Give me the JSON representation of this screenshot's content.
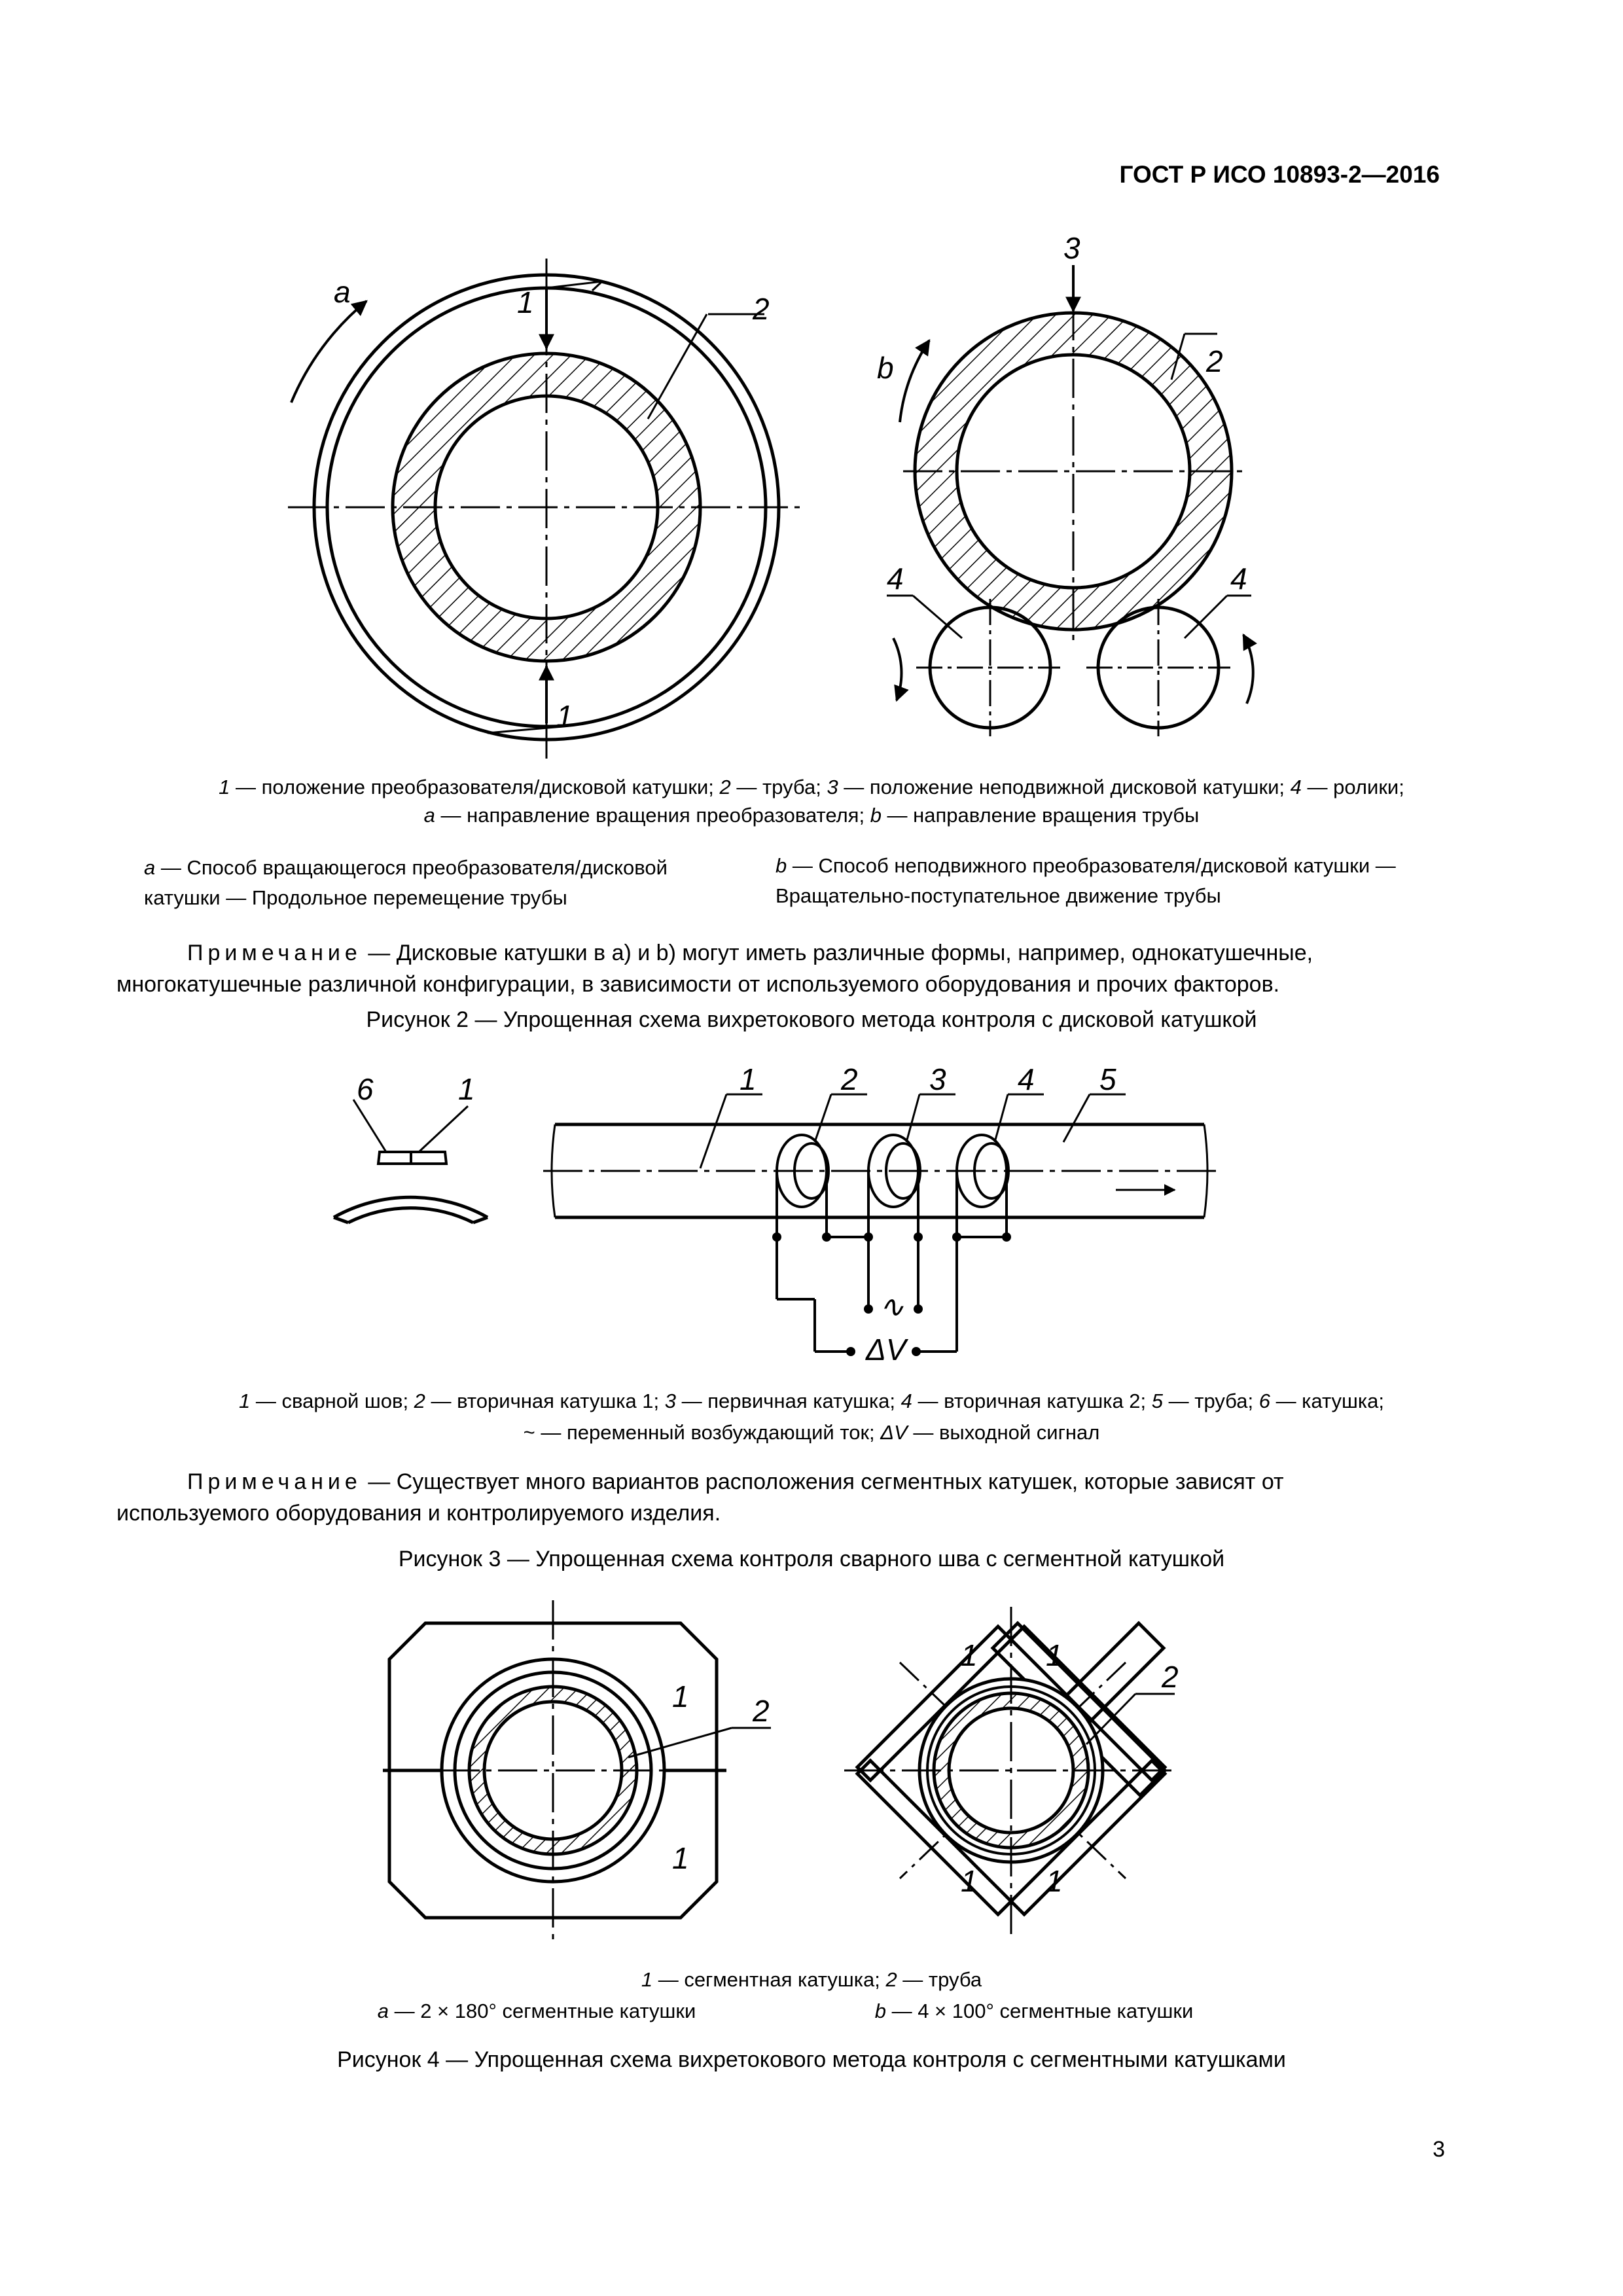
{
  "header": {
    "doc_code": "ГОСТ Р ИСО 10893-2—2016"
  },
  "page_number": "3",
  "fig2": {
    "labels": {
      "a": "a",
      "b": "b",
      "n1": "1",
      "n2": "2",
      "n3": "3",
      "n4": "4"
    },
    "legend": [
      {
        "num": "1",
        "text": " — положение преобразователя/дисковой катушки; "
      },
      {
        "num": "2",
        "text": " — труба; "
      },
      {
        "num": "3",
        "text": " — положение неподвижной дисковой катушки; "
      },
      {
        "num": "4",
        "text": " — ролики;"
      },
      {
        "num": "a",
        "text": " — направление вращения преобразователя; "
      },
      {
        "num": "b",
        "text": " — направление вращения трубы"
      }
    ],
    "sub_a": {
      "letter": "a",
      "text": " — Способ вращающегося преобразователя/дисковой катушки — Продольное перемещение трубы"
    },
    "sub_b": {
      "letter": "b",
      "text": " — Способ неподвижного преобразователя/дисковой катушки — Вращательно-поступательное движение трубы"
    },
    "note_label": "Примечание",
    "note_text": " — Дисковые катушки в a) и b) могут иметь различные формы, например, однокатушечные, многокатушечные различной конфигурации, в зависимости от используемого оборудования и прочих факторов.",
    "caption": "Рисунок 2 — Упрощенная схема вихретокового метода контроля с дисковой катушкой"
  },
  "fig3": {
    "labels": {
      "n1": "1",
      "n2": "2",
      "n3": "3",
      "n4": "4",
      "n5": "5",
      "n6": "6",
      "tilde": "∿",
      "dv": "ΔV"
    },
    "legend": [
      {
        "num": "1",
        "text": " — сварной шов; "
      },
      {
        "num": "2",
        "text": " — вторичная катушка 1; "
      },
      {
        "num": "3",
        "text": " — первичная катушка; "
      },
      {
        "num": "4",
        "text": " — вторичная катушка 2; "
      },
      {
        "num": "5",
        "text": " — труба; "
      },
      {
        "num": "6",
        "text": " — катушка;"
      }
    ],
    "legend2_tilde": "~",
    "legend2_tilde_text": " — переменный возбуждающий ток; ",
    "legend2_dv": "ΔV",
    "legend2_dv_text": " — выходной сигнал",
    "note_label": "Примечание",
    "note_text": " — Существует много вариантов расположения сегментных катушек, которые зависят от используемого оборудования и контролируемого изделия.",
    "caption": "Рисунок 3 — Упрощенная схема контроля сварного шва с сегментной катушкой"
  },
  "fig4": {
    "labels": {
      "n1": "1",
      "n2": "2"
    },
    "legend": [
      {
        "num": "1",
        "text": " — сегментная катушка; "
      },
      {
        "num": "2",
        "text": " — труба"
      }
    ],
    "sub_a": {
      "letter": "a",
      "text": " — 2 × 180° сегментные катушки"
    },
    "sub_b": {
      "letter": "b",
      "text": " — 4 × 100° сегментные катушки"
    },
    "caption": "Рисунок 4 — Упрощенная схема вихретокового метода контроля с сегментными катушками"
  }
}
